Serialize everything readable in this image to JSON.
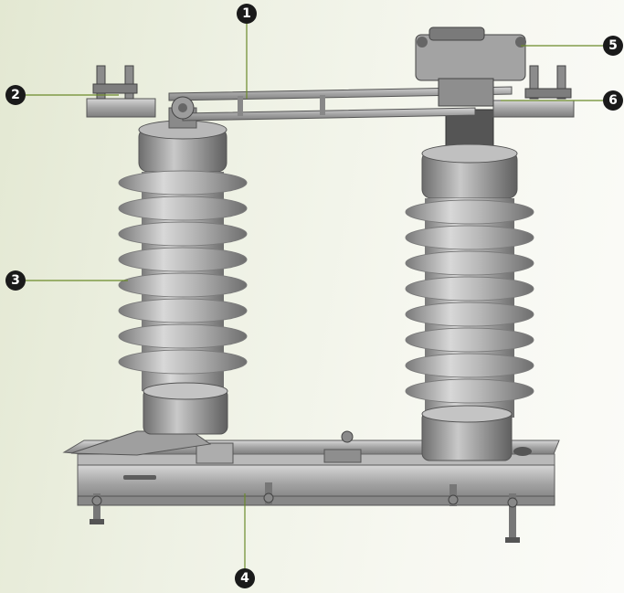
{
  "callouts": {
    "c1": "1",
    "c2": "2",
    "c3": "3",
    "c4": "4",
    "c5": "5",
    "c6": "6"
  },
  "colors": {
    "leader_line": "#6b8a2a",
    "callout_fill": "#1a1a1a",
    "porcelain": "#a7a7a7",
    "metal": "#9a9a9a"
  }
}
